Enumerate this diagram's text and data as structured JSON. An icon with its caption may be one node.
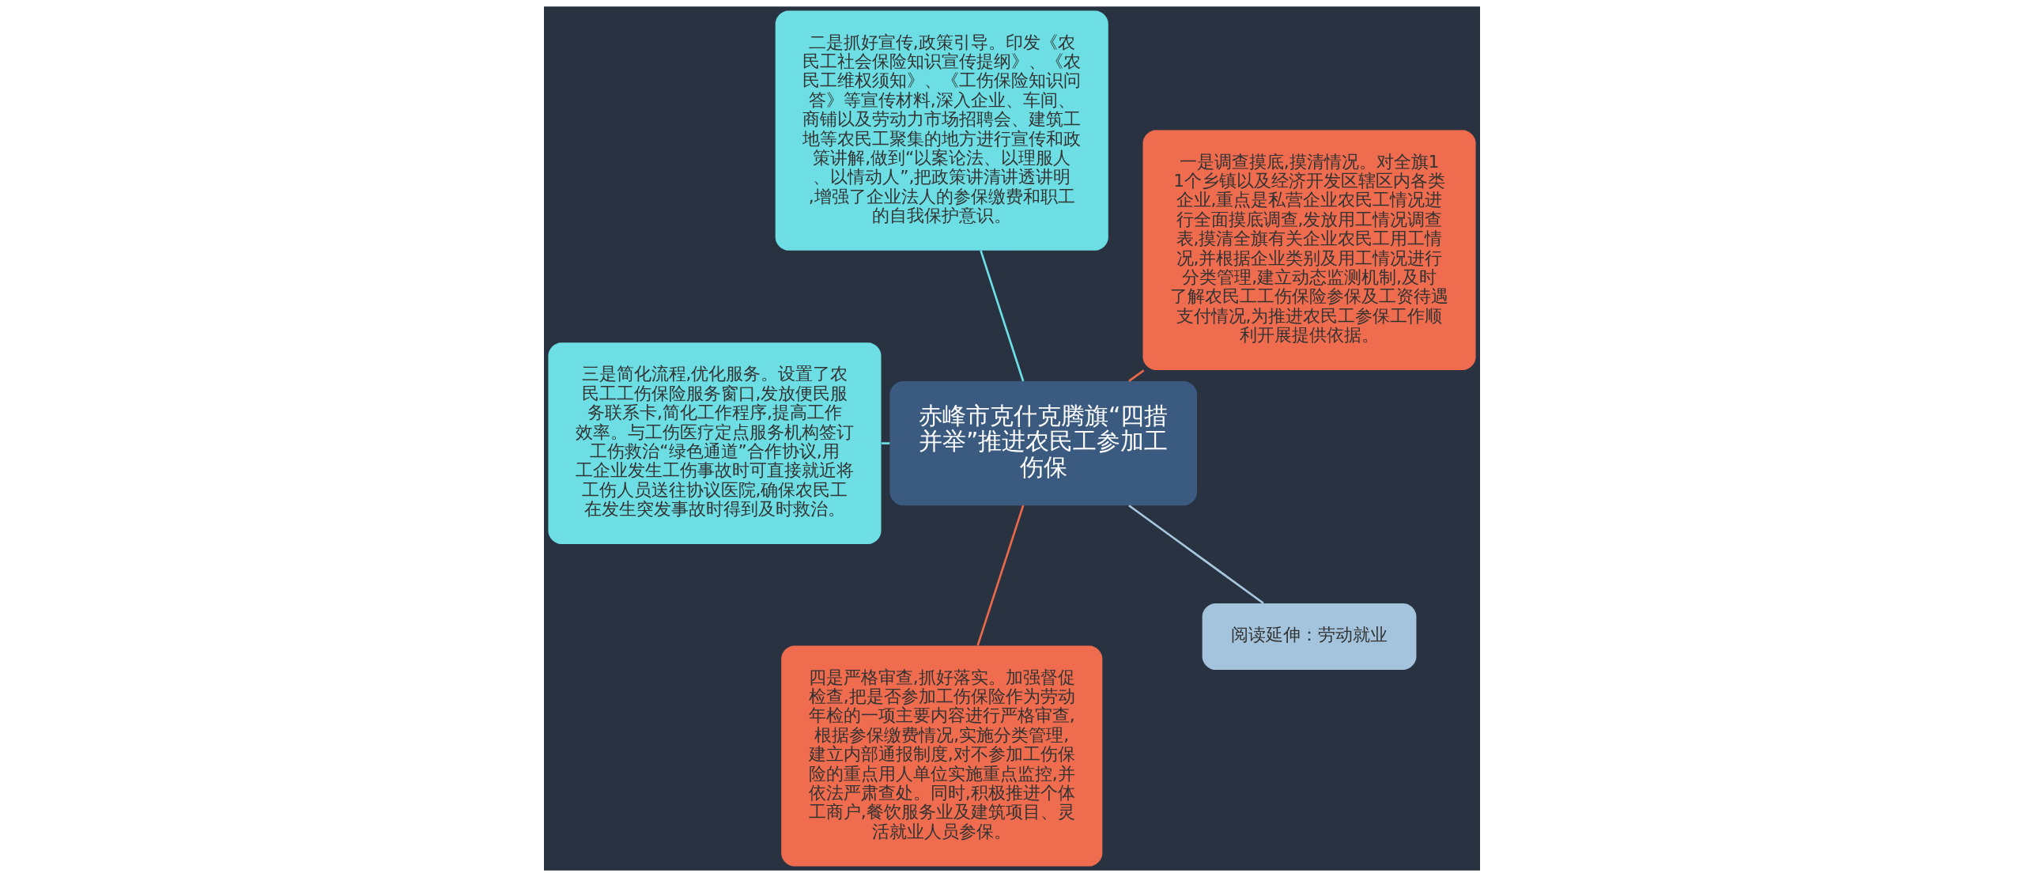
{
  "diagram": {
    "nodes": [
      {
        "text": [
          "赤峰市克什克腾旗“四措并举”推进农民工参加工伤保"
        ]
      },
      {
        "text": [
          "一是调查摸底,摸清情况。对全旗11个乡镇以及经济开发区辖区内各类企业,重点是私营企业农民工情况进行全面摸底调查,发放用工情况调查表,摸清全旗有关企业农民工用工情况,并根据企业类别及用工情况进行分类管理,建立动态监测机制,及时了解农民工工伤保险参保及工资待遇支付情况,为推进农民工参保工作顺利开展提供依据。"
        ]
      },
      {
        "text": [
          "二是抓好宣传,政策引导。印发《农民工社会保险知识宣传提纲》、《农民工维权须知》、《工伤保险知识问答》等宣传材料,深入企业、车间、商铺以及劳动力市场招聘会、建筑工地等农民工聚集的地方进行宣传和政策讲解,做到“以案论法、以理服人、以情动人”,把政策讲清讲透讲明,增强了企业法人的参保缴费和职工的自我保护意识。"
        ]
      },
      {
        "text": [
          "三是简化流程,优化服务。设置了农民工工伤保险服务窗口,发放便民服务联系卡,简化工作程序,提高工作效率。与工伤医疗定点服务机构签订工伤救治“绿色通道”合作协议,用工企业发生工伤事故时可直接就近将工伤人员送往协议医院,确保农民工在发生突发事故时得到及时救治。"
        ]
      },
      {
        "text": [
          "四是严格审查,抓好落实。加强督促检查,把是否参加工伤保险作为劳动年检的一项主要内容进行严格审查,根据参保缴费情况,实施分类管理,建立内部通报制度,对不参加工伤保险的重点用人单位实施重点监控,并依法严肃查处。同时,积极推进个体工商户,餐饮服务业及建筑项目、灵活就业人员参保。"
        ]
      },
      {
        "text": [
          "阅读延伸：劳动就业"
        ]
      }
    ],
    "edges": [
      {
        "from": 0,
        "to": 1,
        "arrow": "none",
        "color": "#e8694a"
      },
      {
        "from": 0,
        "to": 2,
        "arrow": "none",
        "color": "#6ddfe4"
      },
      {
        "from": 0,
        "to": 3,
        "arrow": "none",
        "color": "#6ddfe4"
      },
      {
        "from": 0,
        "to": 4,
        "arrow": "none",
        "color": "#e8694a"
      },
      {
        "from": 0,
        "to": 5,
        "arrow": "none",
        "color": "#a7c8e0"
      }
    ]
  }
}
